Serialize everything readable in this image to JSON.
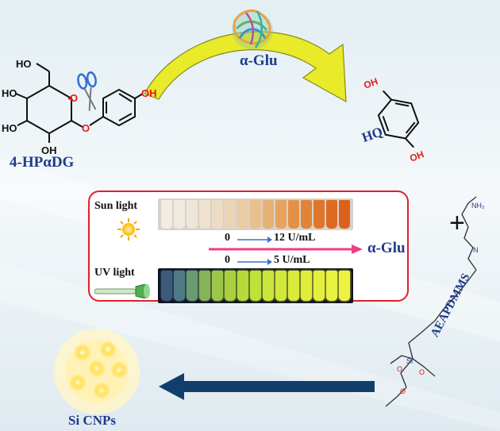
{
  "labels": {
    "substrate": "4-HPαDG",
    "enzyme": "α-Glu",
    "product": "HQ",
    "sun_light": "Sun light",
    "uv_light": "UV light",
    "range_sun_start": "0",
    "range_sun_end": "12 U/mL",
    "range_uv_start": "0",
    "range_uv_end": "5 U/mL",
    "analyte": "α-Glu",
    "plus": "+",
    "silane": "AEAPDMMS",
    "nanoparticles": "Si CNPs"
  },
  "atoms": {
    "ho": "HO",
    "oh": "OH",
    "o": "O",
    "si": "Si",
    "nh2": "NH₂",
    "n": "N"
  },
  "colors": {
    "label_blue": "#1f3a8a",
    "arrow_yellow": "#e8ea2a",
    "panel_border": "#e2202a",
    "pink_arrow": "#ef3d87",
    "dark_arrow": "#123e6b",
    "oxygen_red": "#e31a1c"
  },
  "sun_vial_colors": [
    "#f1ece4",
    "#f0e9df",
    "#efe6d8",
    "#eee2cf",
    "#ecdcc3",
    "#ebd5b4",
    "#eacca2",
    "#e9c08c",
    "#e7b173",
    "#e6a25e",
    "#e49148",
    "#e28338",
    "#e0762c",
    "#de6a22",
    "#db601c"
  ],
  "uv_vial_colors": [
    "#3c5a7a",
    "#4f7a85",
    "#6a9a72",
    "#86b35a",
    "#9bc64a",
    "#a9d13f",
    "#b6da3a",
    "#c0e03a",
    "#c9e53a",
    "#d1e83a",
    "#d8eb3a",
    "#dfee3c",
    "#e5f03e",
    "#e9f140",
    "#edf242"
  ]
}
